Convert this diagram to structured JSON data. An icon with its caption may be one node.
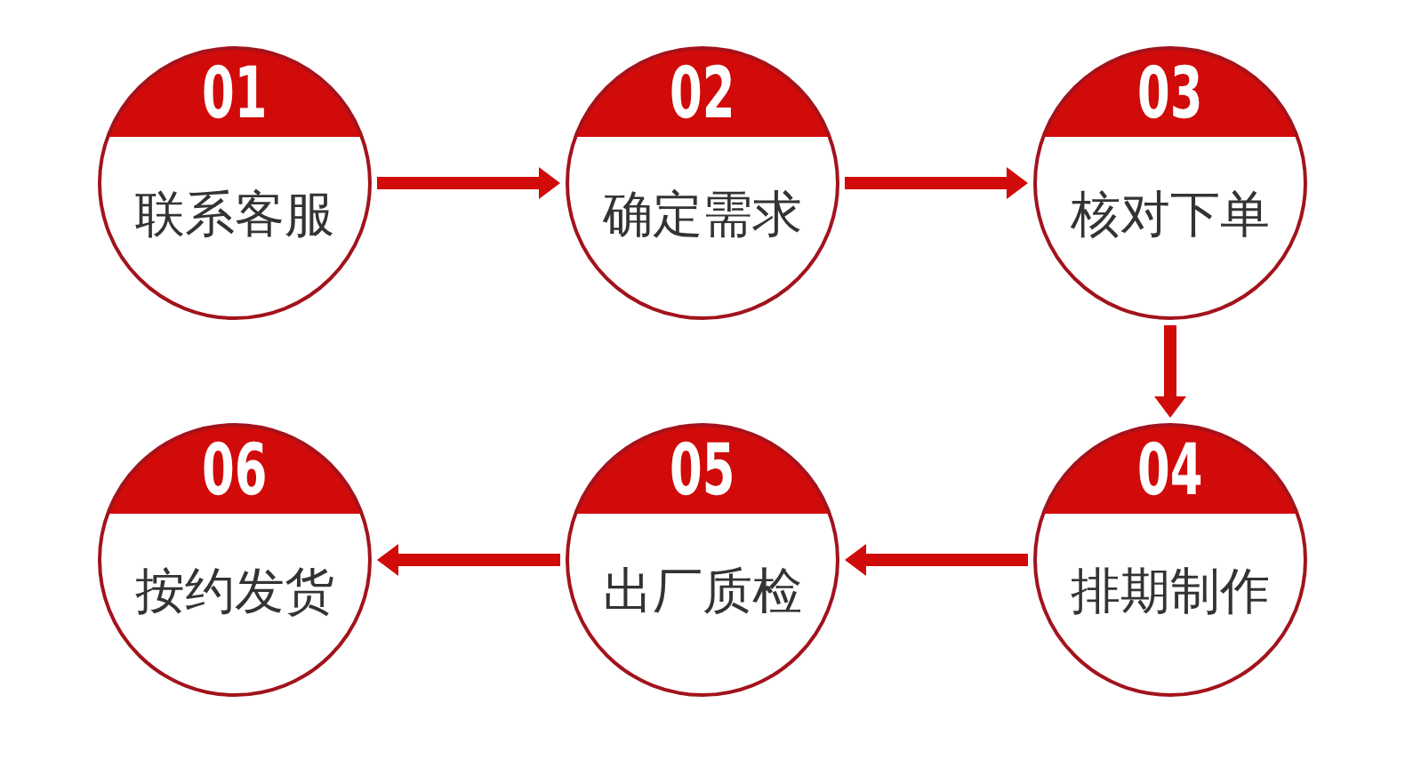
{
  "diagram": {
    "nodes": [
      {
        "text": [
          "01",
          "联系客服"
        ]
      },
      {
        "text": [
          "02",
          "确定需求"
        ]
      },
      {
        "text": [
          "03",
          "核对下单"
        ]
      },
      {
        "text": [
          "04",
          "排期制作"
        ]
      },
      {
        "text": [
          "05",
          "出厂质检"
        ]
      },
      {
        "text": [
          "06",
          "按约发货"
        ]
      }
    ],
    "edges": [
      {
        "from": 0,
        "to": 1,
        "arrow": "to"
      },
      {
        "from": 1,
        "to": 2,
        "arrow": "to"
      },
      {
        "from": 2,
        "to": 3,
        "arrow": "to"
      },
      {
        "from": 3,
        "to": 4,
        "arrow": "to"
      },
      {
        "from": 4,
        "to": 5,
        "arrow": "to"
      }
    ]
  }
}
